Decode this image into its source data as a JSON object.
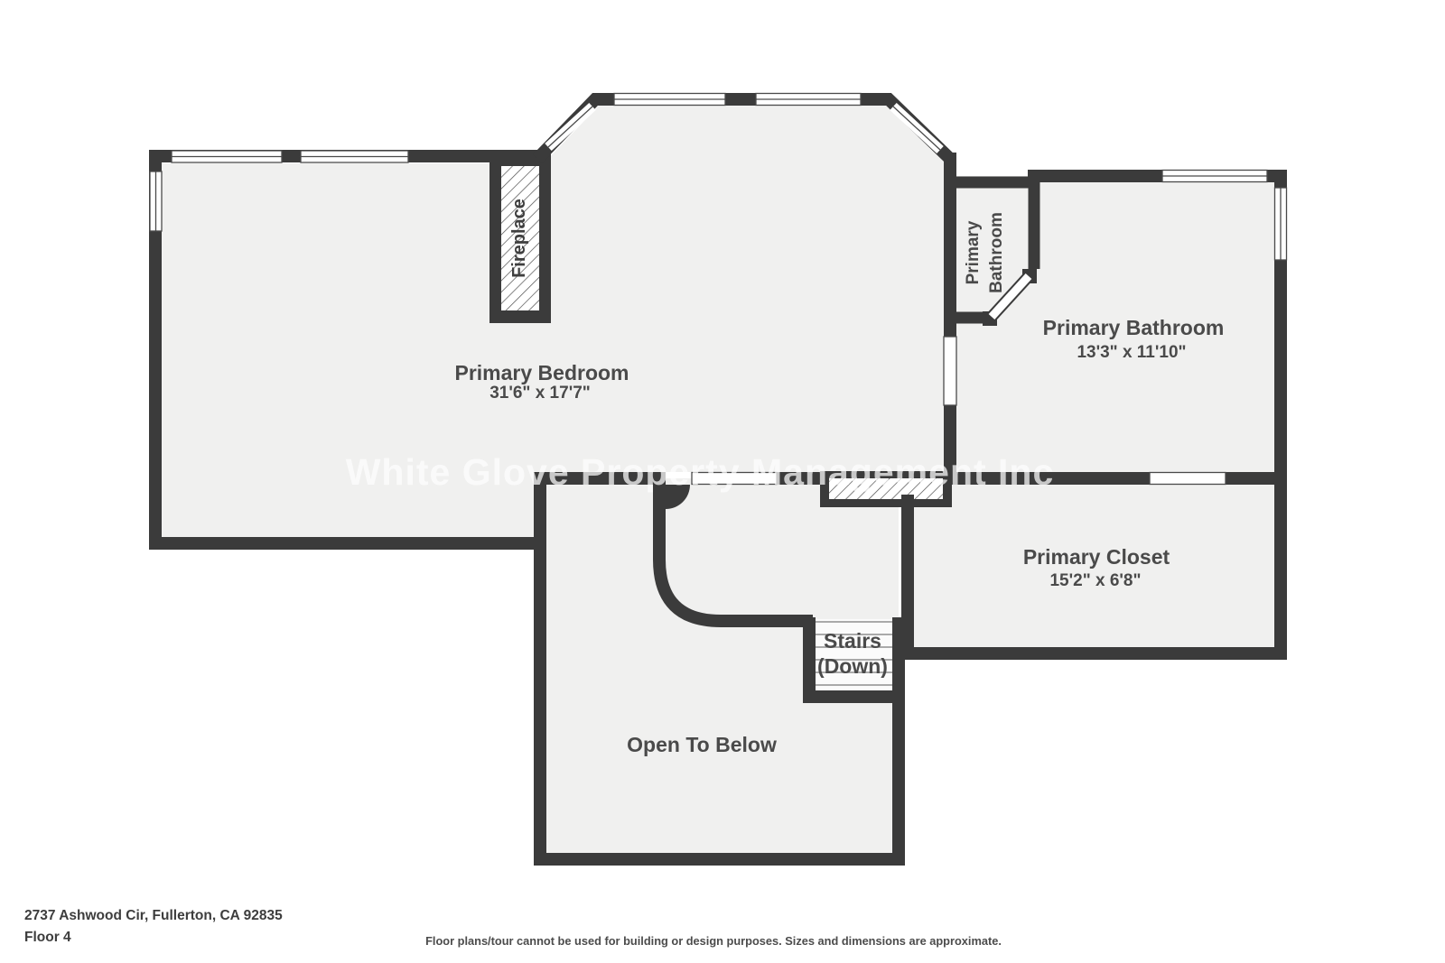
{
  "floorplan": {
    "watermark": "White Glove Property Management Inc",
    "rooms": {
      "primary_bedroom": {
        "name": "Primary Bedroom",
        "dims": "31'6\" x 17'7\""
      },
      "primary_bathroom": {
        "name": "Primary Bathroom",
        "dims": "13'3\" x 11'10\""
      },
      "primary_closet": {
        "name": "Primary Closet",
        "dims": "15'2\" x 6'8\""
      },
      "wc": {
        "line1": "Primary",
        "line2": "Bathroom"
      },
      "stairs": {
        "line1": "Stairs",
        "line2": "(Down)"
      },
      "open_to_below": {
        "name": "Open To Below"
      }
    },
    "fireplace": {
      "label": "Fireplace"
    },
    "colors": {
      "wall": "#3b3b3b",
      "floor": "#f0f0ef",
      "label_text": "#4a4a4a",
      "window": "#ffffff"
    }
  },
  "footer": {
    "address": "2737 Ashwood Cir, Fullerton, CA 92835",
    "floor_label": "Floor 4",
    "disclaimer": "Floor plans/tour cannot be used for building or design purposes. Sizes and dimensions are approximate."
  }
}
